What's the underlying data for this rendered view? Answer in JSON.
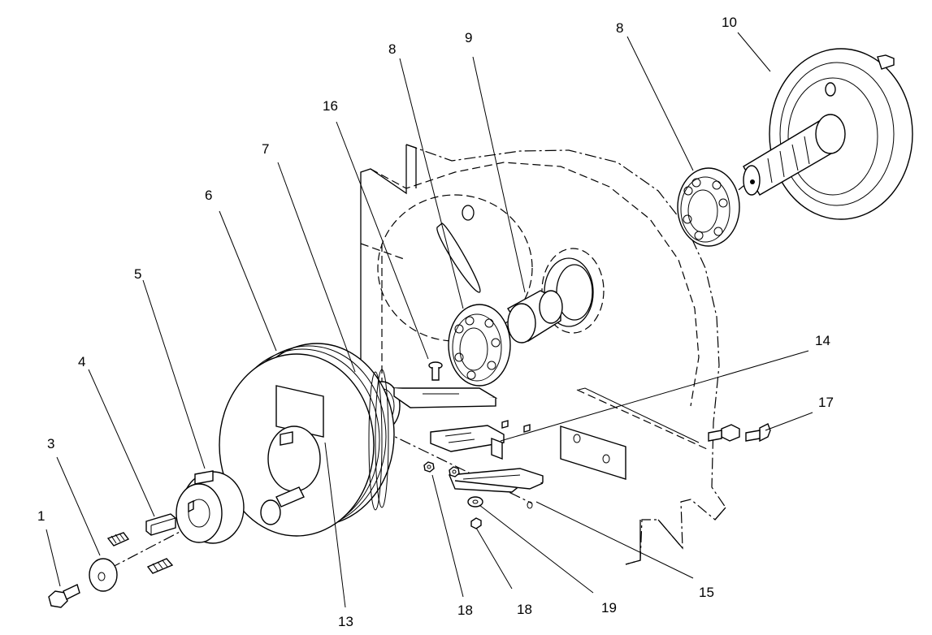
{
  "callouts": [
    "1",
    "3",
    "4",
    "5",
    "6",
    "7",
    "16",
    "8",
    "9",
    "8",
    "10",
    "14",
    "17",
    "13",
    "18",
    "18",
    "19",
    "15"
  ]
}
